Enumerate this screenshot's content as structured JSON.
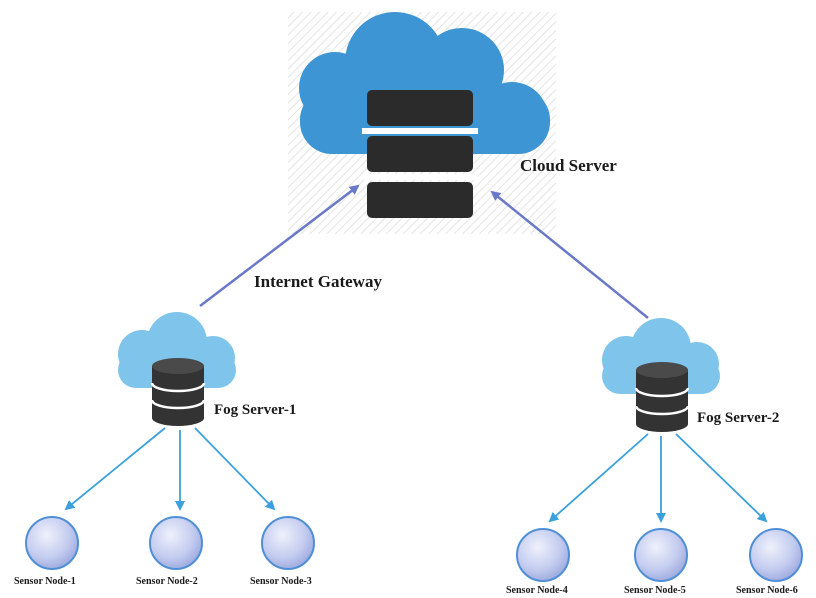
{
  "diagram": {
    "cloud_server": {
      "label": "Cloud Server"
    },
    "gateway": {
      "label": "Internet Gateway"
    },
    "fog_servers": [
      {
        "label": "Fog Server-1"
      },
      {
        "label": "Fog Server-2"
      }
    ],
    "sensor_nodes": [
      {
        "label": "Sensor Node-1"
      },
      {
        "label": "Sensor Node-2"
      },
      {
        "label": "Sensor Node-3"
      },
      {
        "label": "Sensor Node-4"
      },
      {
        "label": "Sensor Node-5"
      },
      {
        "label": "Sensor Node-6"
      }
    ],
    "colors": {
      "cloud_main": "#3d95d3",
      "cloud_light": "#7fc4ea",
      "server": "#2b2b2b",
      "uplink_arrow": "#6a78c8",
      "sensor_arrow": "#3ba0dc",
      "sensor_fill": "#c5cdf0"
    }
  }
}
